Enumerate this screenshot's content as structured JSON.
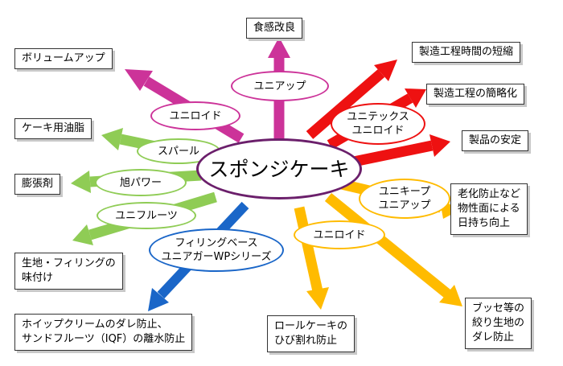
{
  "center": "スポンジケーキ",
  "colors": {
    "magenta": "#cc3399",
    "red": "#ee1111",
    "green": "#8fcc55",
    "blue": "#1a66c8",
    "orange": "#ffbb00",
    "center_border": "#6b1f6b"
  },
  "products": {
    "unicalloid_pink": "ユニロイド",
    "uniappu": "ユニアップ",
    "unitex": "ユニテックス\nユニロイド",
    "sparu": "スパール",
    "asahi_power": "旭パワー",
    "unifruits": "ユニフルーツ",
    "filling": "フィリングベース\nユニアガーWPシリーズ",
    "unikeep": "ユニキープ\nユニアップ",
    "unicalloid_orange": "ユニロイド"
  },
  "effects": {
    "texture": "食感改良",
    "volume": "ボリュームアップ",
    "process_time": "製造工程時間の短縮",
    "process_simplify": "製造工程の簡略化",
    "stability": "製品の安定",
    "cake_oil": "ケーキ用油脂",
    "swelling": "膨張剤",
    "aging": "老化防止など\n物性面による\n日持ち向上",
    "flavor": "生地・フィリングの\n味付け",
    "whip": "ホイップクリームのダレ防止、\nサンドフルーツ（IQF）の離水防止",
    "roll": "ロールケーキの\nひび割れ防止",
    "busse": "ブッセ等の\n絞り生地の\nダレ防止"
  }
}
